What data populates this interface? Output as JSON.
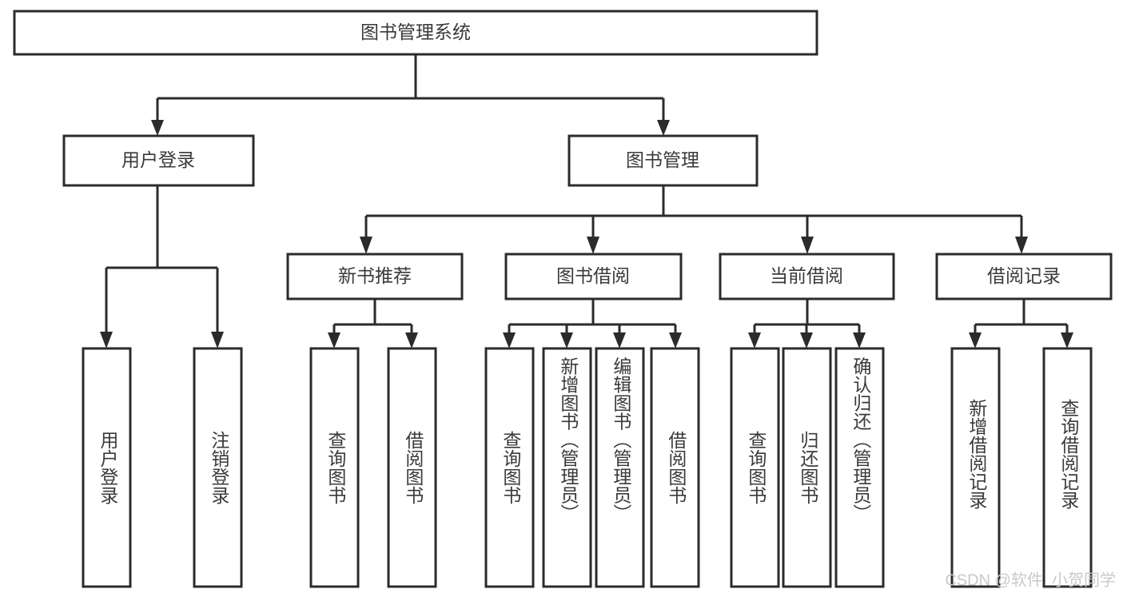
{
  "diagram": {
    "title_text": "图书管理系统",
    "watermark": "CSDN @软件_小贺同学",
    "colors": {
      "box_stroke": "#2b2b2b",
      "box_fill": "#ffffff",
      "label_text": "#3a3a3a",
      "watermark_text": "#c9c9c9",
      "background": "#ffffff"
    },
    "nodes": {
      "root": {
        "label": "图书管理系统",
        "orientation": "horizontal"
      },
      "user_login": {
        "label": "用户登录",
        "orientation": "horizontal"
      },
      "book_manage": {
        "label": "图书管理",
        "orientation": "horizontal"
      },
      "new_book_rec": {
        "label": "新书推荐",
        "orientation": "horizontal"
      },
      "book_borrow": {
        "label": "图书借阅",
        "orientation": "horizontal"
      },
      "current_borrow": {
        "label": "当前借阅",
        "orientation": "horizontal"
      },
      "borrow_record": {
        "label": "借阅记录",
        "orientation": "horizontal"
      },
      "leaf_user_login": {
        "label": "用户登录",
        "orientation": "vertical"
      },
      "leaf_logout": {
        "label": "注销登录",
        "orientation": "vertical"
      },
      "leaf_query_book_1": {
        "label": "查询图书",
        "orientation": "vertical"
      },
      "leaf_borrow_book_1": {
        "label": "借阅图书",
        "orientation": "vertical"
      },
      "leaf_query_book_2": {
        "label": "查询图书",
        "orientation": "vertical"
      },
      "leaf_add_book": {
        "label": "新增图书（管理员）",
        "orientation": "vertical"
      },
      "leaf_edit_book": {
        "label": "编辑图书（管理员）",
        "orientation": "vertical"
      },
      "leaf_borrow_book_2": {
        "label": "借阅图书",
        "orientation": "vertical"
      },
      "leaf_query_book_3": {
        "label": "查询图书",
        "orientation": "vertical"
      },
      "leaf_return_book": {
        "label": "归还图书",
        "orientation": "vertical"
      },
      "leaf_confirm_return": {
        "label": "确认归还（管理员）",
        "orientation": "vertical"
      },
      "leaf_add_record": {
        "label": "新增借阅记录",
        "orientation": "vertical"
      },
      "leaf_query_record": {
        "label": "查询借阅记录",
        "orientation": "vertical"
      }
    },
    "hierarchy": {
      "图书管理系统": {
        "用户登录": [
          "用户登录",
          "注销登录"
        ],
        "图书管理": {
          "新书推荐": [
            "查询图书",
            "借阅图书"
          ],
          "图书借阅": [
            "查询图书",
            "新增图书（管理员）",
            "编辑图书（管理员）",
            "借阅图书"
          ],
          "当前借阅": [
            "查询图书",
            "归还图书",
            "确认归还（管理员）"
          ],
          "借阅记录": [
            "新增借阅记录",
            "查询借阅记录"
          ]
        }
      }
    }
  }
}
